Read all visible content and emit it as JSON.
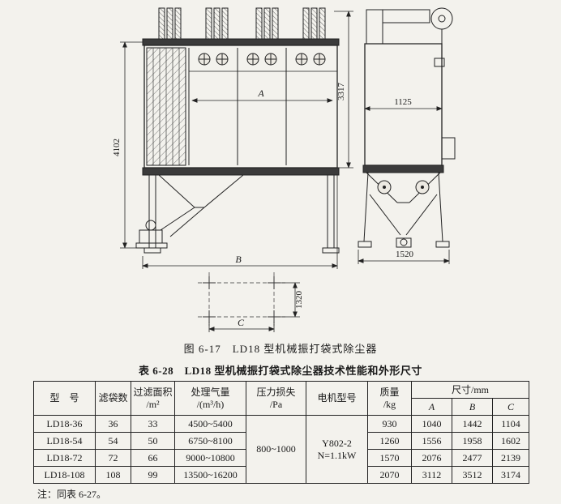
{
  "figure": {
    "caption": "图 6-17　LD18 型机械振打袋式除尘器",
    "dims": {
      "height_left": "4102",
      "height_right": "3317",
      "depth_top": "1125",
      "base_width": "1520",
      "bolt_spacing": "1320",
      "dim_a": "A",
      "dim_b": "B",
      "dim_c": "C"
    }
  },
  "table": {
    "title": "表 6-28　LD18 型机械振打袋式除尘器技术性能和外形尺寸",
    "headers": {
      "model": "型　号",
      "bags": "滤袋数",
      "filter_area_1": "过滤面积",
      "filter_area_2": "/m²",
      "capacity_1": "处理气量",
      "capacity_2": "/(m³/h)",
      "pressure_1": "压力损失",
      "pressure_2": "/Pa",
      "motor": "电机型号",
      "mass_1": "质量",
      "mass_2": "/kg",
      "size": "尺寸/mm",
      "a": "A",
      "b": "B",
      "c": "C"
    },
    "pressure_value": "800~1000",
    "motor_value_1": "Y802-2",
    "motor_value_2": "N=1.1kW",
    "rows": [
      {
        "model": "LD18-36",
        "bags": "36",
        "area": "33",
        "capacity": "4500~5400",
        "mass": "930",
        "a": "1040",
        "b": "1442",
        "c": "1104"
      },
      {
        "model": "LD18-54",
        "bags": "54",
        "area": "50",
        "capacity": "6750~8100",
        "mass": "1260",
        "a": "1556",
        "b": "1958",
        "c": "1602"
      },
      {
        "model": "LD18-72",
        "bags": "72",
        "area": "66",
        "capacity": "9000~10800",
        "mass": "1570",
        "a": "2076",
        "b": "2477",
        "c": "2139"
      },
      {
        "model": "LD18-108",
        "bags": "108",
        "area": "99",
        "capacity": "13500~16200",
        "mass": "2070",
        "a": "3112",
        "b": "3512",
        "c": "3174"
      }
    ],
    "note": "注：同表 6-27。"
  }
}
